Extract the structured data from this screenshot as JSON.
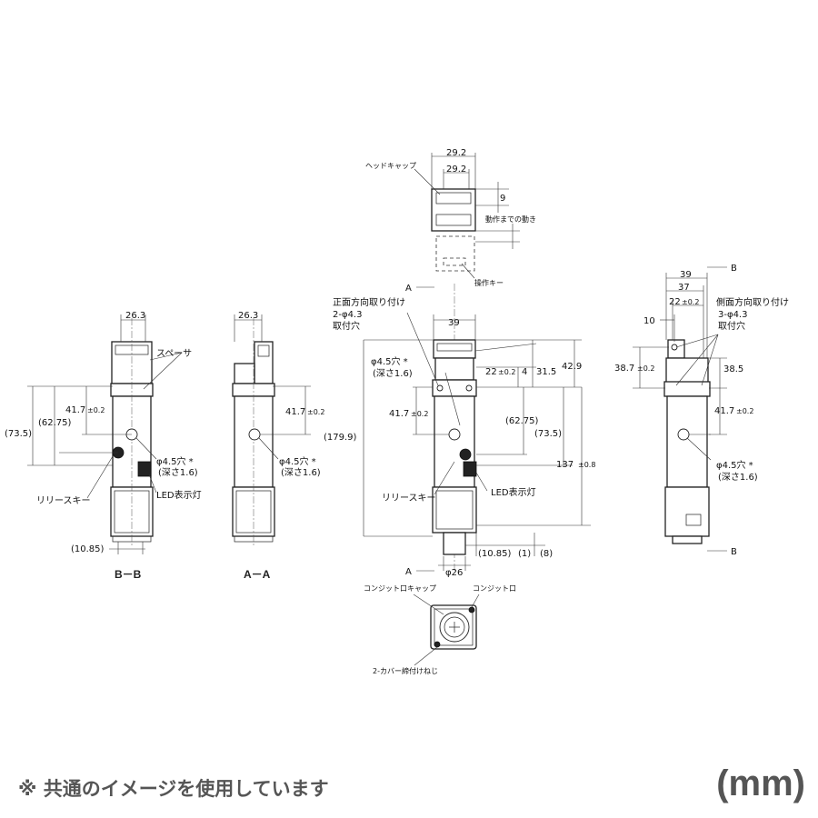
{
  "views": {
    "bb_title": "B－B",
    "aa_title": "A－A"
  },
  "bb_view": {
    "dim_top": "26.3",
    "spacer": "スペーサ",
    "dim_41_7": "41.7",
    "tol_41_7": "±0.2",
    "dim_62_75": "(62.75)",
    "dim_73_5": "(73.5)",
    "hole": "φ4.5穴 *",
    "depth": "(深さ1.6)",
    "release_key": "リリースキー",
    "led": "LED表示灯",
    "dim_10_85": "(10.85)"
  },
  "aa_view": {
    "dim_top": "26.3",
    "dim_41_7": "41.7",
    "tol_41_7": "±0.2",
    "hole": "φ4.5穴 *",
    "depth": "(深さ1.6)"
  },
  "top_view": {
    "head_cap": "ヘッドキャップ",
    "dim_29_2a": "29.2",
    "dim_29_2b": "29.2",
    "dim_9": "9",
    "motion": "動作までの動き",
    "operation_key": "操作キー"
  },
  "front_view": {
    "section_a_top": "A",
    "section_a_bottom": "A",
    "front_mount": "正面方向取り付け",
    "mount_holes": "2-φ4.3",
    "mount_holes_label": "取付穴",
    "dim_39": "39",
    "hole": "φ4.5穴 *",
    "depth": "(深さ1.6)",
    "dim_22": "22",
    "tol_22": "±0.2",
    "dim_4": "4",
    "dim_31_5": "31.5",
    "dim_42_9": "42.9",
    "dim_41_7": "41.7",
    "tol_41_7": "±0.2",
    "dim_179_9": "(179.9)",
    "dim_62_75": "(62.75)",
    "dim_73_5": "(73.5)",
    "dim_137": "137",
    "tol_137": "±0.8",
    "release_key": "リリースキー",
    "led": "LED表示灯",
    "dim_10_85": "(10.85)",
    "dim_1": "(1)",
    "dim_8": "(8)",
    "dim_26": "φ26"
  },
  "bottom_view": {
    "conduit_cap": "コンジット口キャップ",
    "conduit": "コンジット口",
    "cover_screws": "2-カバー締付けねじ"
  },
  "side_view": {
    "section_b_top": "B",
    "section_b_bottom": "B",
    "dim_39": "39",
    "dim_37": "37",
    "dim_22": "22",
    "tol_22": "±0.2",
    "side_mount": "側面方向取り付け",
    "mount_holes": "3-φ4.3",
    "mount_holes_label": "取付穴",
    "dim_10": "10",
    "dim_38_7": "38.7",
    "tol_38_7": "±0.2",
    "dim_38_5": "38.5",
    "dim_41_7": "41.7",
    "tol_41_7": "±0.2",
    "hole": "φ4.5穴 *",
    "depth": "(深さ1.6)"
  },
  "footer": {
    "note": "※ 共通のイメージを使用しています",
    "unit": "(mm)"
  }
}
